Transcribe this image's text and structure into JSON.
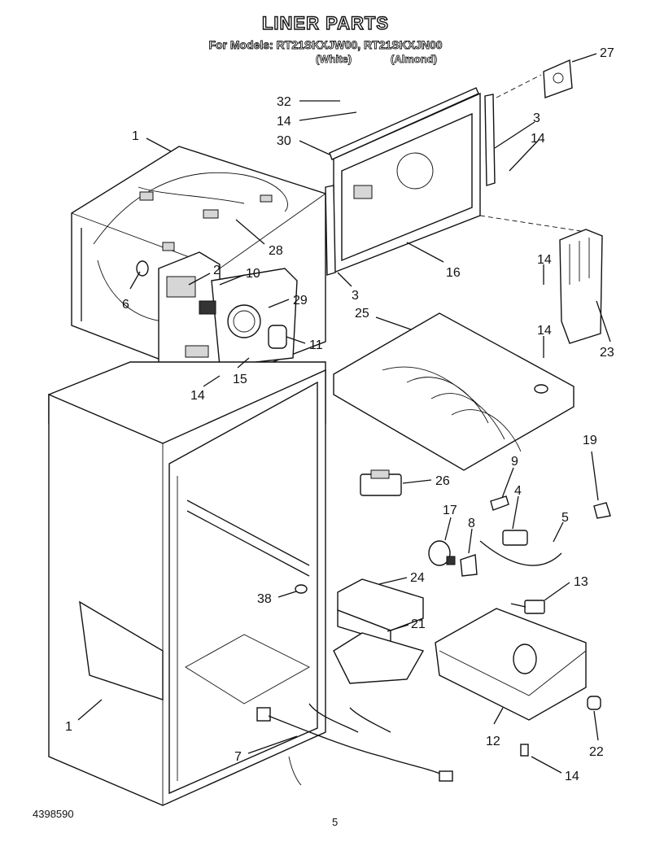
{
  "header": {
    "title": "LINER PARTS",
    "models_line": "For Models: RT21SKXJW00, RT21SKXJN00",
    "variant_white": "(White)",
    "variant_almond": "(Almond)"
  },
  "footer": {
    "doc_number": "4398590",
    "page_number": "5"
  },
  "callouts": [
    {
      "id": "c1a",
      "text": "1"
    },
    {
      "id": "c2",
      "text": "2"
    },
    {
      "id": "c10",
      "text": "10"
    },
    {
      "id": "c6",
      "text": "6"
    },
    {
      "id": "c29",
      "text": "29"
    },
    {
      "id": "c11",
      "text": "11"
    },
    {
      "id": "c15",
      "text": "15"
    },
    {
      "id": "c14a",
      "text": "14"
    },
    {
      "id": "c28",
      "text": "28"
    },
    {
      "id": "c32",
      "text": "32"
    },
    {
      "id": "c14b",
      "text": "14"
    },
    {
      "id": "c30",
      "text": "30"
    },
    {
      "id": "c27",
      "text": "27"
    },
    {
      "id": "c3a",
      "text": "3"
    },
    {
      "id": "c14c",
      "text": "14"
    },
    {
      "id": "c16",
      "text": "16"
    },
    {
      "id": "c3b",
      "text": "3"
    },
    {
      "id": "c14d",
      "text": "14"
    },
    {
      "id": "c23",
      "text": "23"
    },
    {
      "id": "c25",
      "text": "25"
    },
    {
      "id": "c14e",
      "text": "14"
    },
    {
      "id": "c26",
      "text": "26"
    },
    {
      "id": "c9",
      "text": "9"
    },
    {
      "id": "c19",
      "text": "19"
    },
    {
      "id": "c4",
      "text": "4"
    },
    {
      "id": "c17",
      "text": "17"
    },
    {
      "id": "c8",
      "text": "8"
    },
    {
      "id": "c5",
      "text": "5"
    },
    {
      "id": "c24",
      "text": "24"
    },
    {
      "id": "c38",
      "text": "38"
    },
    {
      "id": "c13",
      "text": "13"
    },
    {
      "id": "c21",
      "text": "21"
    },
    {
      "id": "c1b",
      "text": "1"
    },
    {
      "id": "c12",
      "text": "12"
    },
    {
      "id": "c22",
      "text": "22"
    },
    {
      "id": "c7",
      "text": "7"
    },
    {
      "id": "c14f",
      "text": "14"
    }
  ]
}
